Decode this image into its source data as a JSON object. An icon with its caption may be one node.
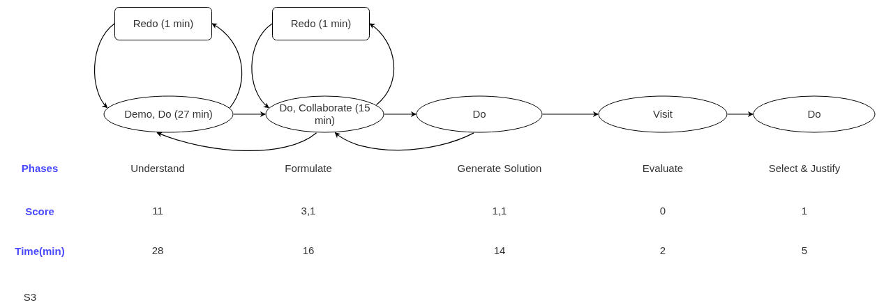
{
  "diagram": {
    "nodes": [
      {
        "text": [
          "Redo (1 min)"
        ]
      },
      {
        "text": [
          "Redo (1 min)"
        ]
      },
      {
        "text": [
          "Demo, Do (27 min)"
        ]
      },
      {
        "text": [
          "Do, Collaborate (15 min)"
        ]
      },
      {
        "text": [
          "Do"
        ]
      },
      {
        "text": [
          "Visit"
        ]
      },
      {
        "text": [
          "Do"
        ]
      }
    ],
    "edges": [
      {
        "from": 0,
        "to": 2,
        "arrow": "to"
      },
      {
        "from": 2,
        "to": 0,
        "arrow": "to"
      },
      {
        "from": 2,
        "to": 3,
        "arrow": "to"
      },
      {
        "from": 1,
        "to": 3,
        "arrow": "to"
      },
      {
        "from": 3,
        "to": 1,
        "arrow": "to"
      },
      {
        "from": 3,
        "to": 4,
        "arrow": "to"
      },
      {
        "from": 4,
        "to": 5,
        "arrow": "to"
      },
      {
        "from": 5,
        "to": 6,
        "arrow": "to"
      },
      {
        "from": 3,
        "to": 2,
        "arrow": "to"
      },
      {
        "from": 4,
        "to": 3,
        "arrow": "to"
      }
    ],
    "labels": [
      "Phases",
      "Understand",
      "Formulate",
      "Generate Solution",
      "Evaluate",
      "Select & Justify",
      "Score",
      "11",
      "3,1",
      "1,1",
      "0",
      "1",
      "Time(min)",
      "28",
      "16",
      "14",
      "2",
      "5",
      "S3"
    ]
  }
}
